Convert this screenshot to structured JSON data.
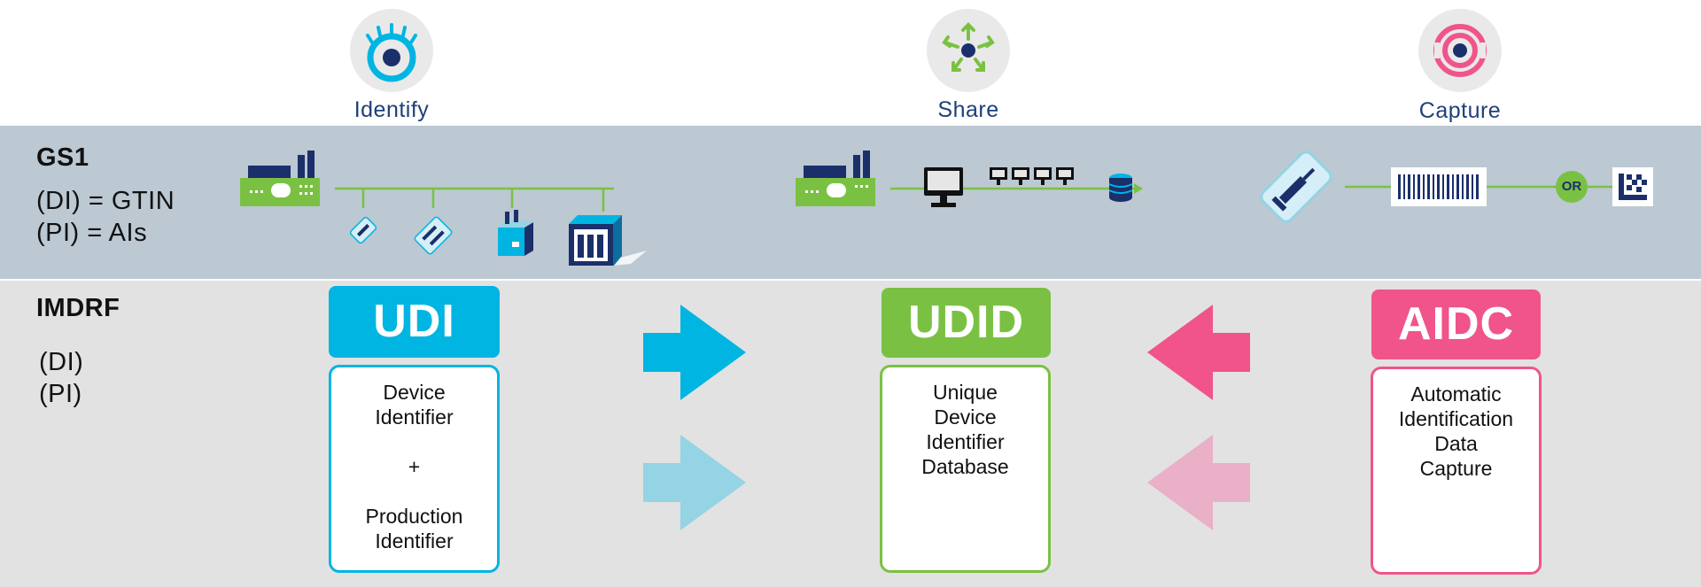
{
  "top": {
    "identify": {
      "label": "Identify",
      "icon": "eye-icon"
    },
    "share": {
      "label": "Share",
      "icon": "share-icon"
    },
    "capture": {
      "label": "Capture",
      "icon": "signal-icon"
    }
  },
  "gs1": {
    "title": "GS1",
    "line1": "(DI) = GTIN",
    "line2": "(PI) = AIs",
    "or_label": "OR"
  },
  "imdrf": {
    "title": "IMDRF",
    "line1": "(DI)",
    "line2": "(PI)"
  },
  "concepts": {
    "udi": {
      "header": "UDI",
      "body": "Device\nIdentifier\n\n+\n\nProduction\nIdentifier",
      "color": "#00b5e2"
    },
    "udid": {
      "header": "UDID",
      "body": "Unique\nDevice\nIdentifier\nDatabase",
      "color": "#7ac143"
    },
    "aidc": {
      "header": "AIDC",
      "body": "Automatic\nIdentification\nData\nCapture",
      "color": "#f0548b"
    }
  },
  "colors": {
    "navy": "#1b2f6b",
    "green": "#7ac143",
    "cyan": "#00b5e2",
    "cyan_light": "#94d4e4",
    "pink": "#f0548b",
    "pink_light": "#e9b0c7",
    "gs1_band": "#bcc8d2",
    "imdrf_band": "#e2e2e2"
  }
}
